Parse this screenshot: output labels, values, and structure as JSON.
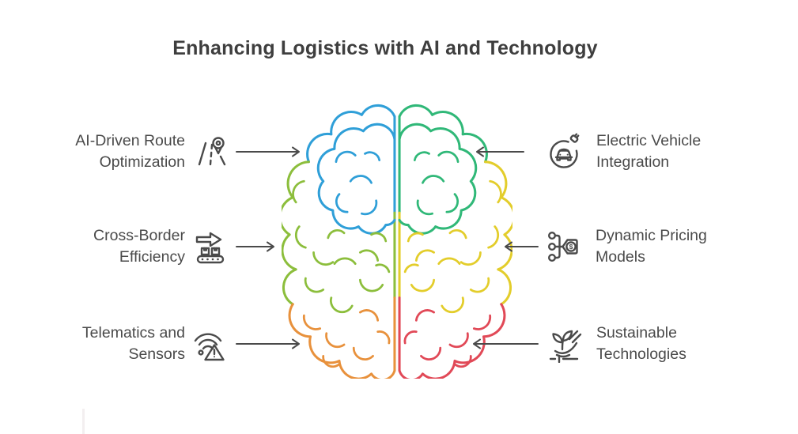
{
  "title": "Enhancing Logistics with AI and Technology",
  "left_items": [
    {
      "icon": "route-icon",
      "lines": [
        "AI-Driven Route",
        "Optimization"
      ]
    },
    {
      "icon": "conveyor-icon",
      "lines": [
        "Cross-Border",
        "Efficiency"
      ]
    },
    {
      "icon": "telematics-icon",
      "lines": [
        "Telematics and",
        "Sensors"
      ]
    }
  ],
  "right_items": [
    {
      "icon": "electric-vehicle-icon",
      "lines": [
        "Electric Vehicle",
        "Integration"
      ]
    },
    {
      "icon": "price-tag-icon",
      "lines": [
        "Dynamic Pricing",
        "Models"
      ]
    },
    {
      "icon": "seedling-icon",
      "lines": [
        "Sustainable",
        "Technologies"
      ]
    }
  ],
  "colors": {
    "ink": "#4a4a4a",
    "title": "#3e3e3e",
    "blue": "#2f9fd8",
    "leftgreen": "#8cbe3c",
    "orange": "#e8913c",
    "emerald": "#30b878",
    "yellow": "#e3cd2b",
    "red": "#e14957"
  }
}
